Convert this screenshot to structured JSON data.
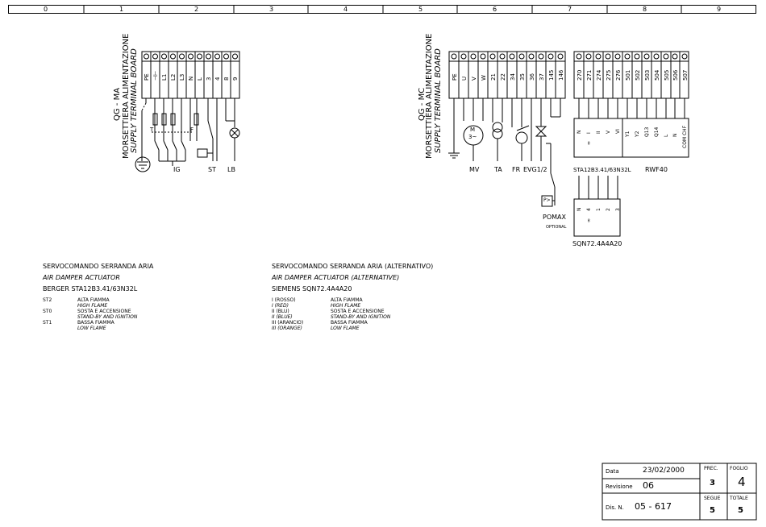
{
  "ruler": [
    "0",
    "1",
    "2",
    "3",
    "4",
    "5",
    "6",
    "7",
    "8",
    "9"
  ],
  "left_board": {
    "title": "QG - MA",
    "subtitle": "MORSETTIERA ALIMENTAZIONE",
    "subtitle_en": "SUPPLY TERMINAL BOARD",
    "terminals": [
      "PE",
      "⊣⊢",
      "L1",
      "L2",
      "L3",
      "N",
      "L",
      "3",
      "4",
      "8",
      "9"
    ],
    "labels": {
      "ig": "IG",
      "st": "ST",
      "lb": "LB",
      "t": "T",
      "f": "F"
    }
  },
  "right_board": {
    "title": "QG - MC",
    "subtitle": "MORSETTIERA ALIMENTAZIONE",
    "subtitle_en": "SUPPLY TERMINAL BOARD",
    "terminals_a": [
      "PE",
      "U",
      "V",
      "W",
      "21",
      "22",
      "34",
      "35",
      "36",
      "37",
      "145",
      "146"
    ],
    "terminals_b": [
      "270",
      "271",
      "274",
      "275",
      "276",
      "501",
      "502",
      "503",
      "504",
      "505",
      "506",
      "507"
    ],
    "labels": {
      "mv": "MV",
      "ta": "TA",
      "fr": "FR",
      "evg": "EVG1/2",
      "sta": "STA12B3.41/63N32L",
      "rwf": "RWF40",
      "pomax": "POMAX",
      "optional": "OPTIONAL",
      "sqn": "SQN72.4A4A20",
      "motor": "M",
      "motor_sub": "3~",
      "pomax_sym": "P>"
    },
    "sta_pins": [
      "N",
      "I",
      "II",
      "V",
      "VI"
    ],
    "sta_pins_b": [
      "∞"
    ],
    "rwf_pins": [
      "Y1",
      "Y2",
      "Q13",
      "Q14",
      "L",
      "N",
      "COM CHF"
    ],
    "sqn_pins": [
      "N",
      "4",
      "1",
      "2",
      "3"
    ],
    "sqn_pins_b": [
      "∞"
    ]
  },
  "notes_left": {
    "title": "SERVOCOMANDO SERRANDA ARIA",
    "title_en": "AIR DAMPER ACTUATOR",
    "model": "BERGER STA12B3.41/63N32L",
    "rows": [
      {
        "code": "ST2",
        "it": "ALTA FIAMMA",
        "en": "HIGH FLAME"
      },
      {
        "code": "ST0",
        "it": "SOSTA E ACCENSIONE",
        "en": "STAND-BY AND IGNITION"
      },
      {
        "code": "ST1",
        "it": "BASSA FIAMMA",
        "en": "LOW FLAME"
      }
    ]
  },
  "notes_right": {
    "title": "SERVOCOMANDO SERRANDA ARIA (ALTERNATIVO)",
    "title_en": "AIR DAMPER ACTUATOR (ALTERNATIVE)",
    "model": "SIEMENS SQN72.4A4A20",
    "rows": [
      {
        "code": "I (ROSSO)",
        "code_en": "I (RED)",
        "it": "ALTA FIAMMA",
        "en": "HIGH FLAME"
      },
      {
        "code": "II (BLU)",
        "code_en": "II (BLUE)",
        "it": "SOSTA E ACCENSIONE",
        "en": "STAND-BY AND IGNITION"
      },
      {
        "code": "III (ARANCIO)",
        "code_en": "III (ORANGE)",
        "it": "BASSA FIAMMA",
        "en": "LOW FLAME"
      }
    ]
  },
  "title_block": {
    "data_label": "Data",
    "data_value": "23/02/2000",
    "revisione_label": "Revisione",
    "revisione_value": "06",
    "dis_label": "Dis. N.",
    "dis_value": "05 - 617",
    "prec_label": "PREC.",
    "prec_value": "3",
    "foglio_label": "FOGLIO",
    "foglio_value": "4",
    "segue_label": "SEGUE",
    "segue_value": "5",
    "totale_label": "TOTALE",
    "totale_value": "5"
  }
}
